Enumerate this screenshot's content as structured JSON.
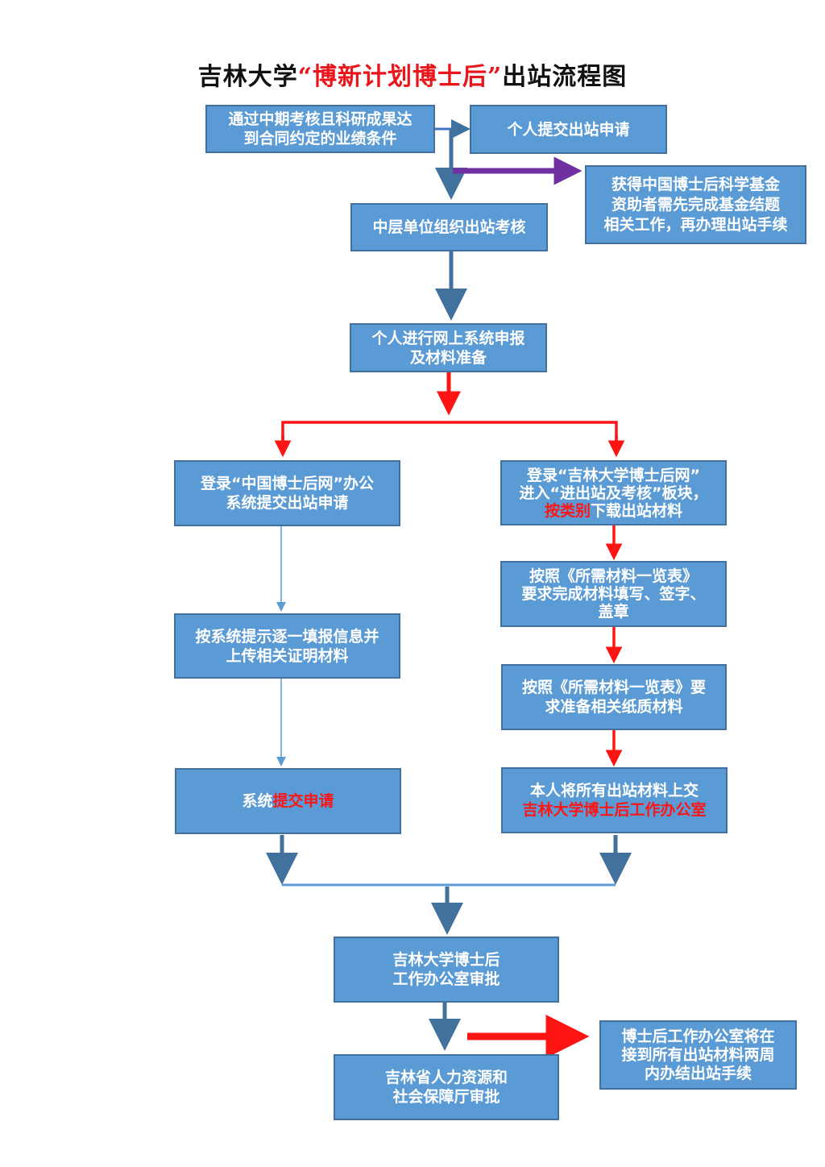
{
  "title": {
    "prefix": "吉林大学",
    "highlight": "“博新计划博士后”",
    "suffix": "出站流程图"
  },
  "colors": {
    "box_fill": "#5b9bd5",
    "box_border": "#41719c",
    "red": "#ff1414",
    "blue_arrow": "#41719c",
    "purple_arrow": "#7030a0",
    "light_arrow": "#5b9bd5"
  },
  "nodes": {
    "start": {
      "line1": "通过中期考核且科研成果达",
      "line2": "到合同约定的业绩条件"
    },
    "personal_apply": {
      "line1": "个人提交出站申请"
    },
    "fund_note": {
      "line1": "获得中国博士后科学基金",
      "line2": "资助者需先完成基金结题",
      "line3": "相关工作，再办理出站手续"
    },
    "unit_review": {
      "line1": "中层单位组织出站考核"
    },
    "online_prep": {
      "line1": "个人进行网上系统申报",
      "line2": "及材料准备"
    },
    "china_login": {
      "line1": "登录“中国博士后网”办公",
      "line2": "系统提交出站申请"
    },
    "fill_info": {
      "line1": "按系统提示逐一填报信息并",
      "line2": "上传相关证明材料"
    },
    "system_submit": {
      "plain": "系统",
      "red": "提交申请"
    },
    "jlu_login": {
      "line1": "登录“吉林大学博士后网”",
      "line2": "进入“进出站及考核”板块，",
      "line3_red": "按类别",
      "line3_plain": "下载出站材料"
    },
    "fill_forms": {
      "line1": "按照《所需材料一览表》",
      "line2": "要求完成材料填写、签字、",
      "line3": "盖章"
    },
    "paper_materials": {
      "line1": "按照《所需材料一览表》要",
      "line2": "求准备相关纸质材料"
    },
    "hand_in": {
      "line1": "本人将所有出站材料上交",
      "line2_red": "吉林大学博士后工作办公室"
    },
    "office_review": {
      "line1": "吉林大学博士后",
      "line2": "工作办公室审批"
    },
    "province_review": {
      "line1": "吉林省人力资源和",
      "line2": "社会保障厅审批"
    },
    "office_note": {
      "line1": "博士后工作办公室将在",
      "line2": "接到所有出站材料两周",
      "line3": "内办结出站手续"
    }
  }
}
